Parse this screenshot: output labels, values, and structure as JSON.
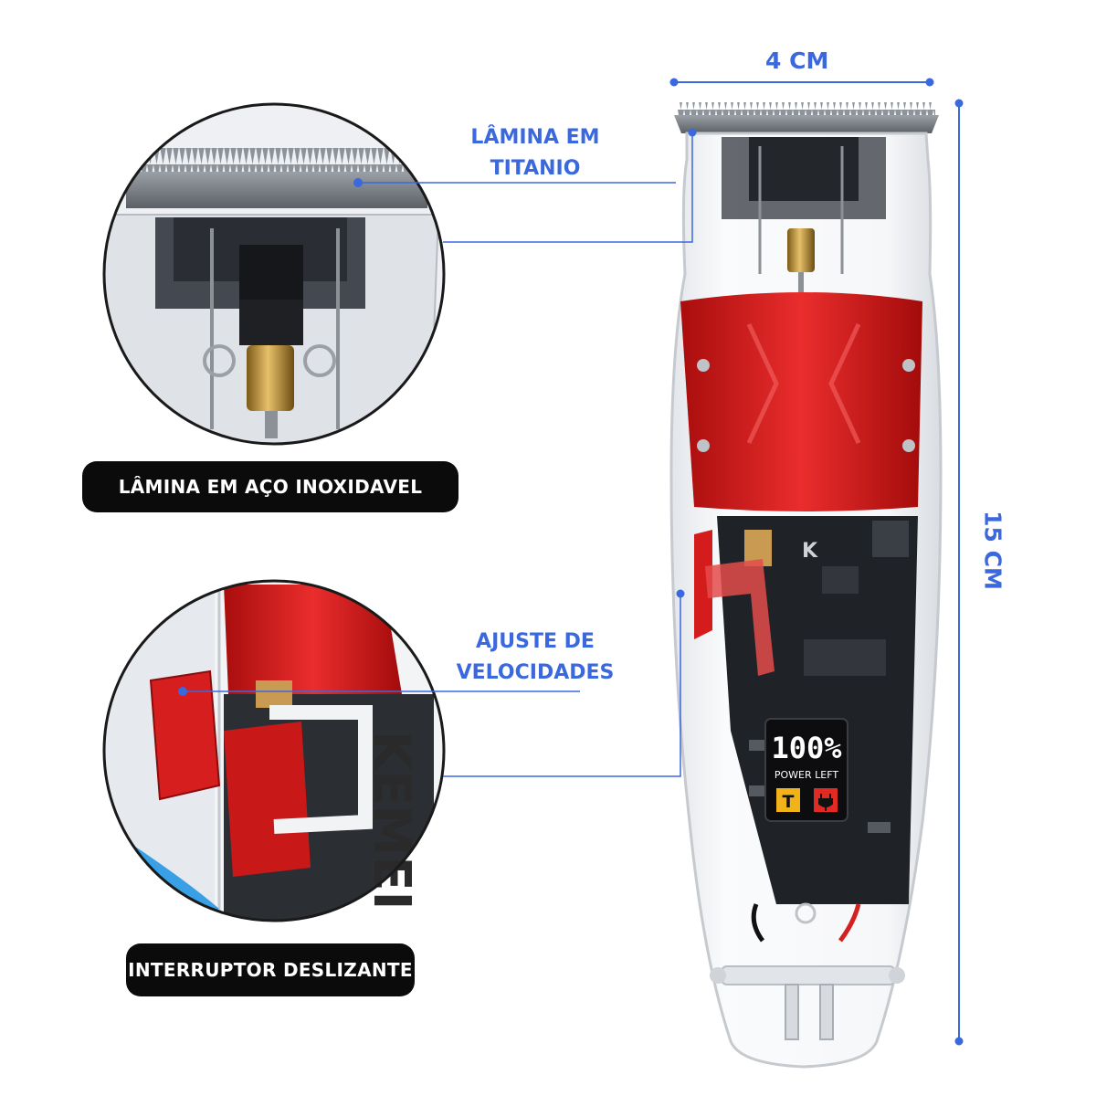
{
  "dimensions": {
    "width_label": "4 CM",
    "height_label": "15 CM"
  },
  "callouts": {
    "blade_titanium": [
      "LÂMINA EM",
      "TITANIO"
    ],
    "speed_adjust": [
      "AJUSTE DE",
      "VELOCIDADES"
    ]
  },
  "badges": {
    "stainless_blade": "LÂMINA EM AÇO INOXIDAVEL",
    "slide_switch": "INTERRUPTOR DESLIZANTE"
  },
  "display": {
    "percent": "100%",
    "power_label": "POWER LEFT",
    "mode_letter": "T",
    "pcb_brand": "K"
  },
  "zoom_text": "KEMEI",
  "colors": {
    "accent_blue": "#3a68de",
    "body_red": "#d41d1d",
    "badge_black": "#0b0b0b",
    "display_yellow": "#f2b21a",
    "display_red": "#e02a23"
  }
}
